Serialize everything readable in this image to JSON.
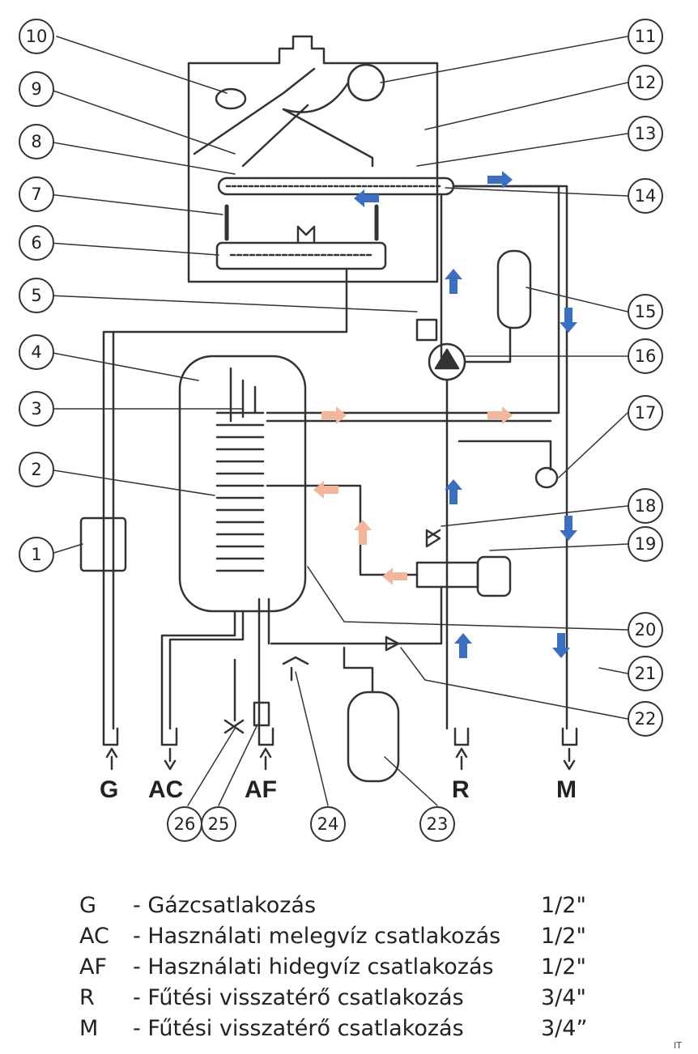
{
  "diagram": {
    "callouts": [
      "1",
      "2",
      "3",
      "4",
      "5",
      "6",
      "7",
      "8",
      "9",
      "10",
      "11",
      "12",
      "13",
      "14",
      "15",
      "16",
      "17",
      "18",
      "19",
      "20",
      "21",
      "22",
      "23",
      "24",
      "25",
      "26"
    ],
    "ports": {
      "gas": "G",
      "hot_water": "AC",
      "cold_water": "AF",
      "return": "R",
      "flow": "M"
    },
    "colors": {
      "heating_flow_arrow": "#3b6fc4",
      "dhw_flow_arrow": "#f2b79a",
      "line": "#333333"
    }
  },
  "legend": [
    {
      "code": "G",
      "text": "- Gázcsatlakozás",
      "size": "1/2\""
    },
    {
      "code": "AC",
      "text": "- Használati melegvíz csatlakozás",
      "size": "1/2\""
    },
    {
      "code": "AF",
      "text": "- Használati hidegvíz csatlakozás",
      "size": "1/2\""
    },
    {
      "code": "R",
      "text": "- Fűtési visszatérő csatlakozás",
      "size": "3/4\""
    },
    {
      "code": "M",
      "text": "- Fűtési visszatérő csatlakozás",
      "size": "3/4”"
    }
  ],
  "corner_mark": "IT"
}
